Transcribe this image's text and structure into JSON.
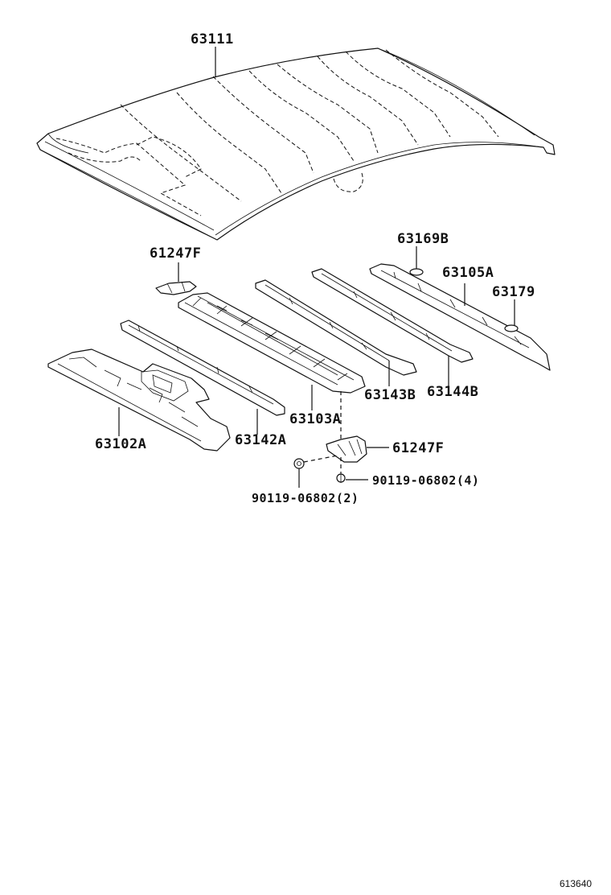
{
  "labels": {
    "roof_panel": "63111",
    "bracket_upper": "61247F",
    "reinforcement_front": "63169B",
    "rail_rear": "63105A",
    "pad": "63179",
    "bow_143": "63143B",
    "bow_144": "63144B",
    "bow_103": "63103A",
    "bow_142": "63142A",
    "rail_front": "63102A",
    "bracket_lower": "61247F",
    "bolt_right": "90119-06802(4)",
    "bolt_left": "90119-06802(2)"
  },
  "illustration_code": "613640"
}
